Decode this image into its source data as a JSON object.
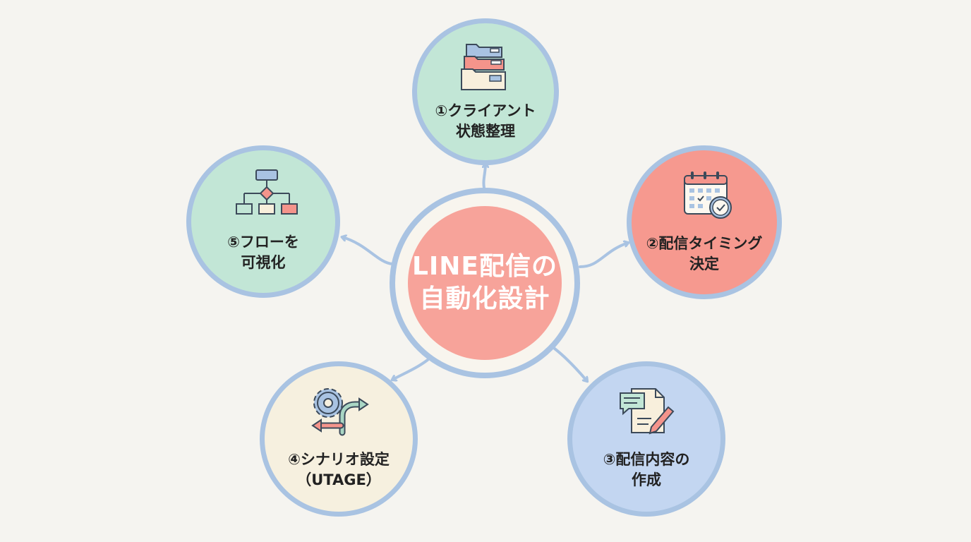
{
  "center": {
    "line1": "LINE配信の",
    "line2": "自動化設計"
  },
  "nodes": {
    "client": {
      "line1": "①クライアント",
      "line2": "状態整理",
      "icon": "folders-icon",
      "color": "#c2e6d6"
    },
    "timing": {
      "line1": "②配信タイミング",
      "line2": "決定",
      "icon": "calendar-clock-icon",
      "color": "#f6998f"
    },
    "content": {
      "line1": "③配信内容の",
      "line2": "作成",
      "icon": "document-pen-icon",
      "color": "#c3d6f1"
    },
    "scenario": {
      "line1": "④シナリオ設定",
      "line2": "（UTAGE）",
      "icon": "gear-arrows-icon",
      "color": "#f6f0df"
    },
    "flow": {
      "line1": "⑤フローを",
      "line2": "可視化",
      "icon": "flowchart-icon",
      "color": "#c2e6d6"
    }
  },
  "colors": {
    "ring": "#a9c3e2",
    "arrow": "#a9c3e2",
    "center": "#f7a39a",
    "background": "#f5f4f0"
  }
}
